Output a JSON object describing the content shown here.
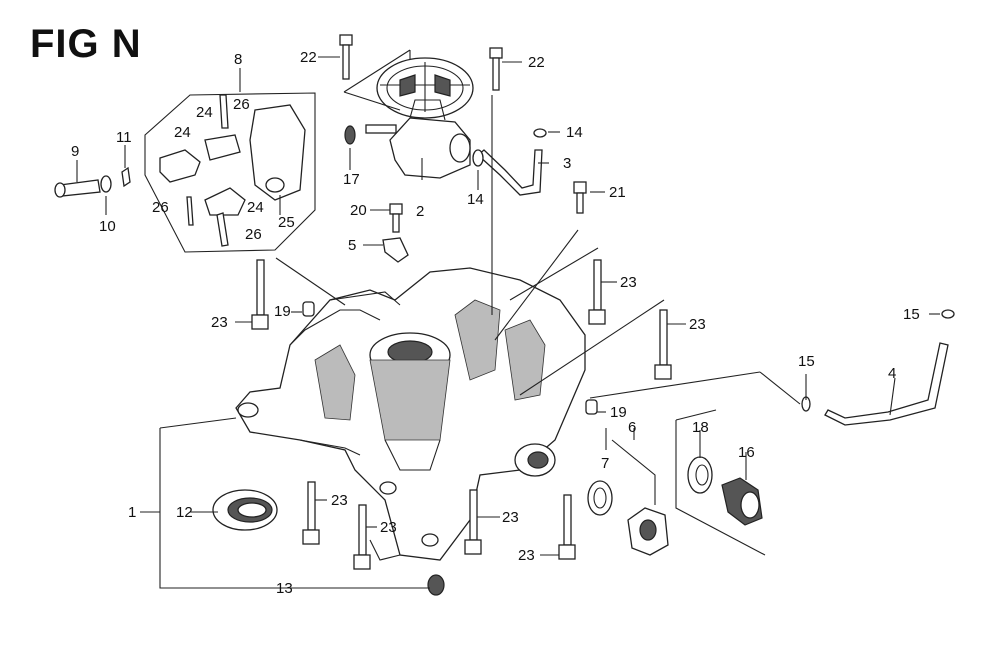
{
  "figure": {
    "title": "FIG N"
  },
  "callouts": [
    {
      "id": "c1",
      "text": "1"
    },
    {
      "id": "c2",
      "text": "2"
    },
    {
      "id": "c3",
      "text": "3"
    },
    {
      "id": "c4",
      "text": "4"
    },
    {
      "id": "c5",
      "text": "5"
    },
    {
      "id": "c6",
      "text": "6"
    },
    {
      "id": "c7",
      "text": "7"
    },
    {
      "id": "c8",
      "text": "8"
    },
    {
      "id": "c9",
      "text": "9"
    },
    {
      "id": "c10",
      "text": "10"
    },
    {
      "id": "c11",
      "text": "11"
    },
    {
      "id": "c12",
      "text": "12"
    },
    {
      "id": "c13",
      "text": "13"
    },
    {
      "id": "c14a",
      "text": "14"
    },
    {
      "id": "c14b",
      "text": "14"
    },
    {
      "id": "c15a",
      "text": "15"
    },
    {
      "id": "c15b",
      "text": "15"
    },
    {
      "id": "c16",
      "text": "16"
    },
    {
      "id": "c17",
      "text": "17"
    },
    {
      "id": "c18",
      "text": "18"
    },
    {
      "id": "c19a",
      "text": "19"
    },
    {
      "id": "c19b",
      "text": "19"
    },
    {
      "id": "c20",
      "text": "20"
    },
    {
      "id": "c21",
      "text": "21"
    },
    {
      "id": "c22a",
      "text": "22"
    },
    {
      "id": "c22b",
      "text": "22"
    },
    {
      "id": "c23a",
      "text": "23"
    },
    {
      "id": "c23b",
      "text": "23"
    },
    {
      "id": "c23c",
      "text": "23"
    },
    {
      "id": "c23d",
      "text": "23"
    },
    {
      "id": "c23e",
      "text": "23"
    },
    {
      "id": "c23f",
      "text": "23"
    },
    {
      "id": "c23g",
      "text": "23"
    },
    {
      "id": "c24a",
      "text": "24"
    },
    {
      "id": "c24b",
      "text": "24"
    },
    {
      "id": "c24c",
      "text": "24"
    },
    {
      "id": "c25",
      "text": "25"
    },
    {
      "id": "c26a",
      "text": "26"
    },
    {
      "id": "c26b",
      "text": "26"
    },
    {
      "id": "c26c",
      "text": "26"
    }
  ]
}
